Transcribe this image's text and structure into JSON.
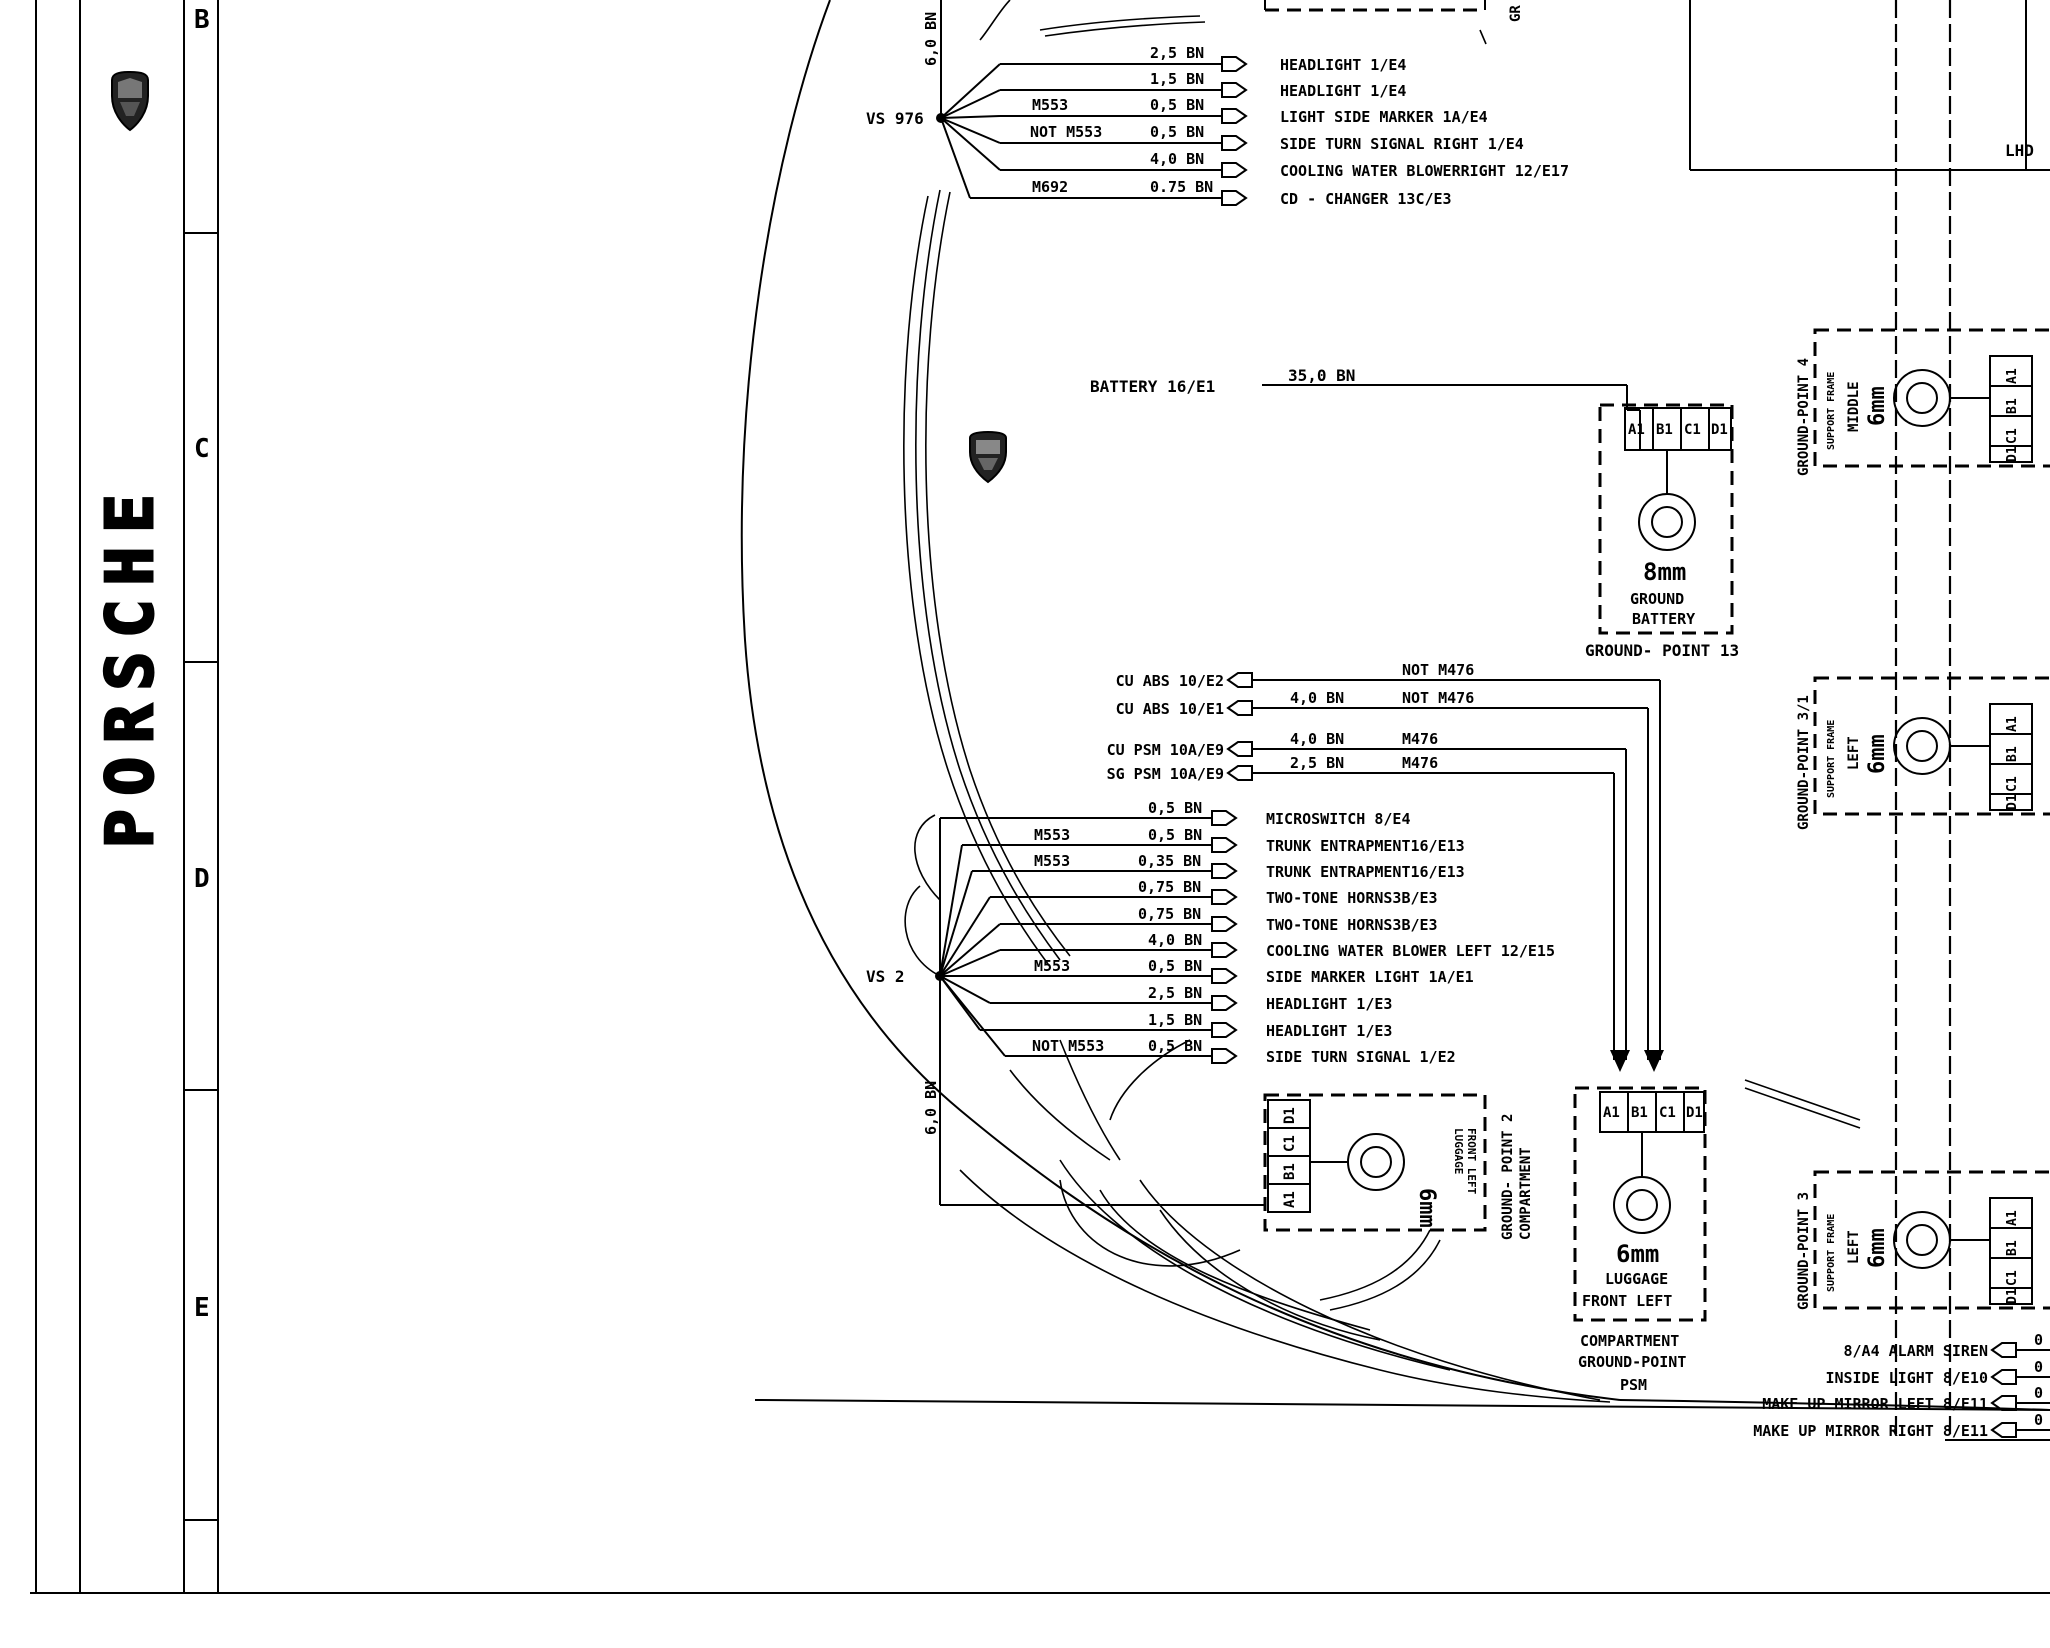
{
  "frame": {
    "brand_wordmark": "PORSCHE",
    "grid_letters": [
      "B",
      "C",
      "D",
      "E"
    ]
  },
  "vs976": {
    "label": "VS 976",
    "trunk_wire": "6,0 BN",
    "rows": [
      {
        "cond": "",
        "wire": "2,5 BN",
        "dest": "HEADLIGHT 1/E4"
      },
      {
        "cond": "",
        "wire": "1,5 BN",
        "dest": "HEADLIGHT 1/E4"
      },
      {
        "cond": "M553",
        "wire": "0,5 BN",
        "dest": "LIGHT SIDE MARKER  1A/E4"
      },
      {
        "cond": "NOT M553",
        "wire": "0,5 BN",
        "dest": "SIDE TURN SIGNAL RIGHT 1/E4"
      },
      {
        "cond": "",
        "wire": "4,0 BN",
        "dest": "COOLING WATER BLOWERRIGHT 12/E17"
      },
      {
        "cond": "M692",
        "wire": "0.75 BN",
        "dest": "CD - CHANGER   13C/E3"
      }
    ]
  },
  "battery": {
    "label": "BATTERY 16/E1",
    "wire": "35,0 BN",
    "pins": [
      "A1",
      "B1",
      "C1",
      "D1"
    ],
    "size": "8mm",
    "name_l1": "GROUND",
    "name_l2": "BATTERY",
    "caption": "GROUND- POINT 13"
  },
  "abs": {
    "rows": [
      {
        "label": "CU ABS  10/E2",
        "wire": "",
        "cond": "NOT M476"
      },
      {
        "label": "CU ABS   10/E1",
        "wire": "4,0 BN",
        "cond": "NOT M476"
      },
      {
        "label": "CU PSM 10A/E9",
        "wire": "4,0 BN",
        "cond": "M476"
      },
      {
        "label": "SG PSM 10A/E9",
        "wire": "2,5 BN",
        "cond": "M476"
      }
    ]
  },
  "vs2": {
    "label": "VS 2",
    "trunk_wire": "6,0 BN",
    "rows": [
      {
        "cond": "",
        "wire": "0,5 BN",
        "dest": "MICROSWITCH 8/E4"
      },
      {
        "cond": "M553",
        "wire": "0,5 BN",
        "dest": "TRUNK ENTRAPMENT16/E13"
      },
      {
        "cond": "M553",
        "wire": "0,35 BN",
        "dest": "TRUNK ENTRAPMENT16/E13"
      },
      {
        "cond": "",
        "wire": "0,75 BN",
        "dest": "TWO-TONE HORNS3B/E3"
      },
      {
        "cond": "",
        "wire": "0,75 BN",
        "dest": "TWO-TONE HORNS3B/E3"
      },
      {
        "cond": "",
        "wire": "4,0 BN",
        "dest": "COOLING WATER BLOWER LEFT 12/E15"
      },
      {
        "cond": "M553",
        "wire": "0,5 BN",
        "dest": "SIDE MARKER LIGHT  1A/E1"
      },
      {
        "cond": "",
        "wire": "2,5 BN",
        "dest": "HEADLIGHT 1/E3"
      },
      {
        "cond": "",
        "wire": "1,5 BN",
        "dest": "HEADLIGHT 1/E3"
      },
      {
        "cond": "NOT M553",
        "wire": "0,5 BN",
        "dest": "SIDE TURN SIGNAL 1/E2"
      }
    ]
  },
  "gp2": {
    "pins": [
      "D1",
      "C1",
      "B1",
      "A1"
    ],
    "size": "6mm",
    "side_l1": "LUGGAGE",
    "side_l2": "FRONT  LEFT",
    "name_l1": "GROUND- POINT 2",
    "name_l2": "COMPARTMENT"
  },
  "psm": {
    "pins": [
      "A1",
      "B1",
      "C1",
      "D1"
    ],
    "size": "6mm",
    "name_l1": "LUGGAGE",
    "name_l2": "FRONT  LEFT",
    "caption_l1": "COMPARTMENT",
    "caption_l2": "GROUND-POINT",
    "caption_l3": "PSM"
  },
  "right_panel": {
    "lhd": "LHD",
    "gp4": {
      "name": "GROUND-POINT 4",
      "frame": "SUPPORT FRAME",
      "side": "MIDDLE",
      "size": "6mm",
      "pins": [
        "A1",
        "B1",
        "C1",
        "D1"
      ]
    },
    "gp31": {
      "name": "GROUND-POINT 3/1",
      "frame": "SUPPORT FRAME",
      "side": "LEFT",
      "size": "6mm",
      "pins": [
        "A1",
        "B1",
        "C1",
        "D1"
      ]
    },
    "gp3": {
      "name": "GROUND-POINT  3",
      "frame": "SUPPORT FRAME",
      "side": "LEFT",
      "size": "6mm",
      "pins": [
        "A1",
        "B1",
        "C1",
        "D1"
      ]
    },
    "bottom_rows": [
      {
        "label": "8/A4 ALARM SIREN",
        "wire": "0"
      },
      {
        "label": "INSIDE LIGHT  8/E10",
        "wire": "0"
      },
      {
        "label": "MAKE UP MIRROR  LEFT  8/E11",
        "wire": "0"
      },
      {
        "label": "MAKE UP MIRROR RIGHT  8/E11",
        "wire": "0"
      }
    ],
    "top_partial": "GR"
  }
}
